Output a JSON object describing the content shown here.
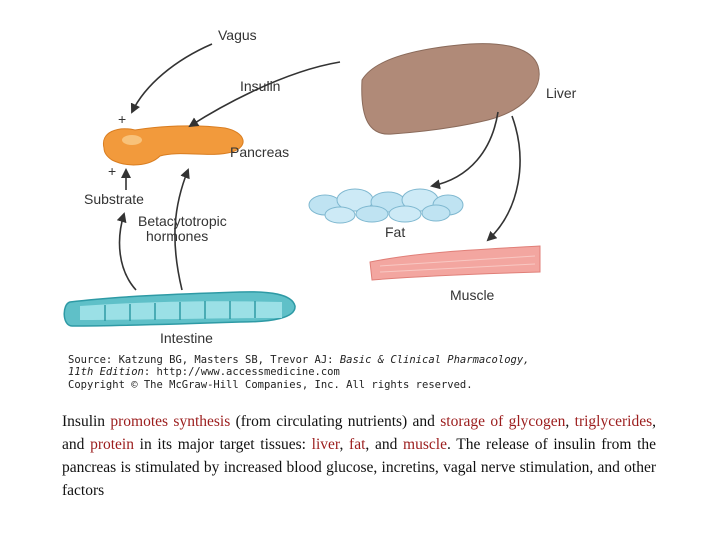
{
  "colors": {
    "keyword": "#9b1c1c",
    "pancreas": "#f29a3c",
    "liver": "#b08a78",
    "fat": "#bfe3f2",
    "muscle": "#f3a6a0",
    "intestine": "#5fc0c8",
    "arrow": "#333333"
  },
  "labels": {
    "vagus": "Vagus",
    "insulin": "Insulin",
    "liver": "Liver",
    "pancreas": "Pancreas",
    "substrate": "Substrate",
    "betacytotropic_1": "Betacytotropic",
    "betacytotropic_2": "hormones",
    "fat": "Fat",
    "muscle": "Muscle",
    "intestine": "Intestine",
    "plus_1": "+",
    "plus_2": "+"
  },
  "source": {
    "line1": "Source: Katzung BG, Masters SB, Trevor AJ: ",
    "line1_italic": "Basic & Clinical Pharmacology,",
    "line2_italic": "11th Edition",
    "line2": ": http://www.accessmedicine.com",
    "line3": "Copyright © The McGraw-Hill Companies, Inc. All rights reserved."
  },
  "caption": {
    "p1": "Insulin ",
    "k1": "promotes synthesis",
    "p2": " (from circulating nutrients) and ",
    "k2": "storage of glycogen",
    "p3": ", ",
    "k3": "triglycerides",
    "p4": ", and ",
    "k4": "protein",
    "p5": " in its major target tissues: ",
    "k5": "liver",
    "p6": ", ",
    "k6": "fat",
    "p7": ", and ",
    "k7": "muscle",
    "p8": ". The release of insulin from the pancreas is stimulated by increased blood glucose, incretins, vagal nerve stimulation, and other factors"
  }
}
